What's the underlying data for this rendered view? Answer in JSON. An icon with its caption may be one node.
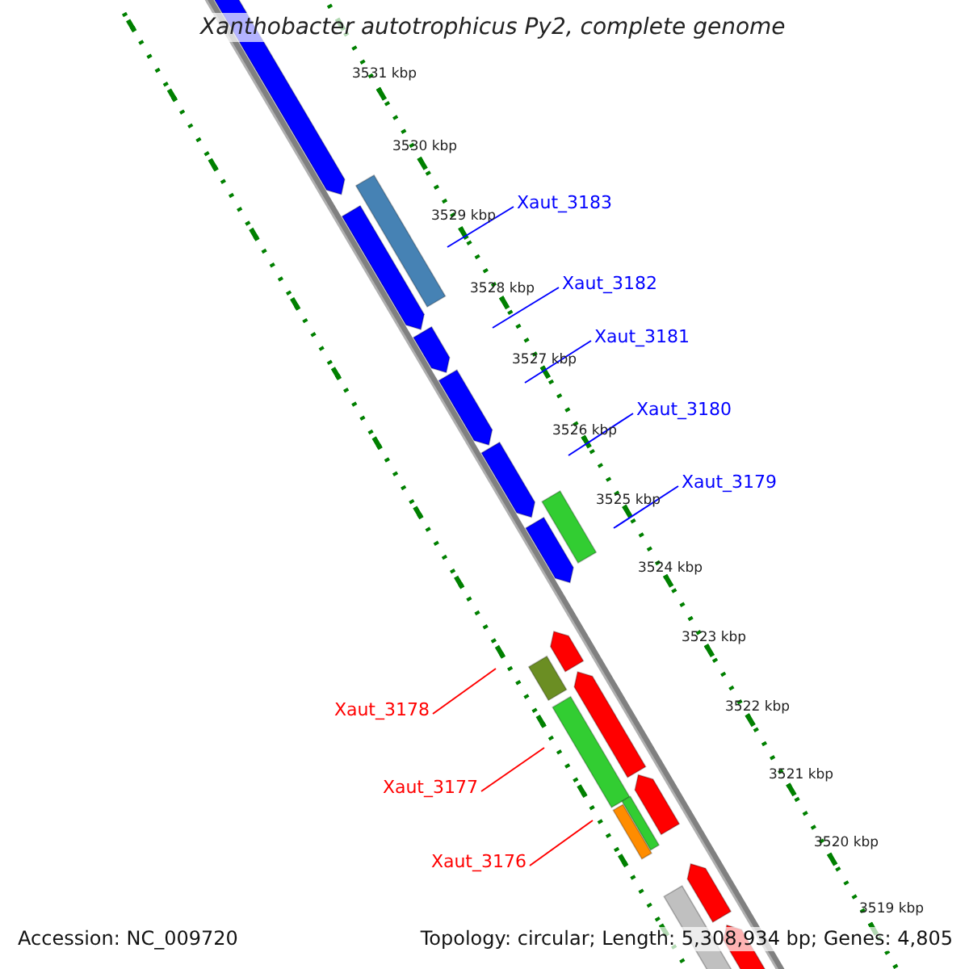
{
  "diagram": {
    "title": "Xanthobacter autotrophicus Py2, complete genome",
    "nodes": [
      {
        "text": [
          "Xaut_3183"
        ]
      },
      {
        "text": [
          "Xaut_3182"
        ]
      },
      {
        "text": [
          "Xaut_3181"
        ]
      },
      {
        "text": [
          "Xaut_3180"
        ]
      },
      {
        "text": [
          "Xaut_3179"
        ]
      },
      {
        "text": [
          "Xaut_3178"
        ]
      },
      {
        "text": [
          "Xaut_3177"
        ]
      },
      {
        "text": [
          "Xaut_3176"
        ]
      }
    ],
    "edges": [
      {
        "from": 0,
        "to": null,
        "arrow": "none",
        "color": "#0000ff"
      },
      {
        "from": 1,
        "to": null,
        "arrow": "none",
        "color": "#0000ff"
      },
      {
        "from": 2,
        "to": null,
        "arrow": "none",
        "color": "#0000ff"
      },
      {
        "from": 3,
        "to": null,
        "arrow": "none",
        "color": "#0000ff"
      },
      {
        "from": 4,
        "to": null,
        "arrow": "none",
        "color": "#0000ff"
      },
      {
        "from": 5,
        "to": null,
        "arrow": "none",
        "color": "#ff0000"
      },
      {
        "from": 6,
        "to": null,
        "arrow": "none",
        "color": "#ff0000"
      },
      {
        "from": 7,
        "to": null,
        "arrow": "none",
        "color": "#ff0000"
      }
    ],
    "labels": [
      "3531 kbp",
      "3530 kbp",
      "3529 kbp",
      "3528 kbp",
      "3527 kbp",
      "3526 kbp",
      "3525 kbp",
      "3524 kbp",
      "3523 kbp",
      "3522 kbp",
      "3521 kbp",
      "3520 kbp",
      "3519 kbp",
      "Accession: NC_009720",
      "Topology: circular; Length: 5,308,934 bp; Genes: 4,805"
    ]
  }
}
